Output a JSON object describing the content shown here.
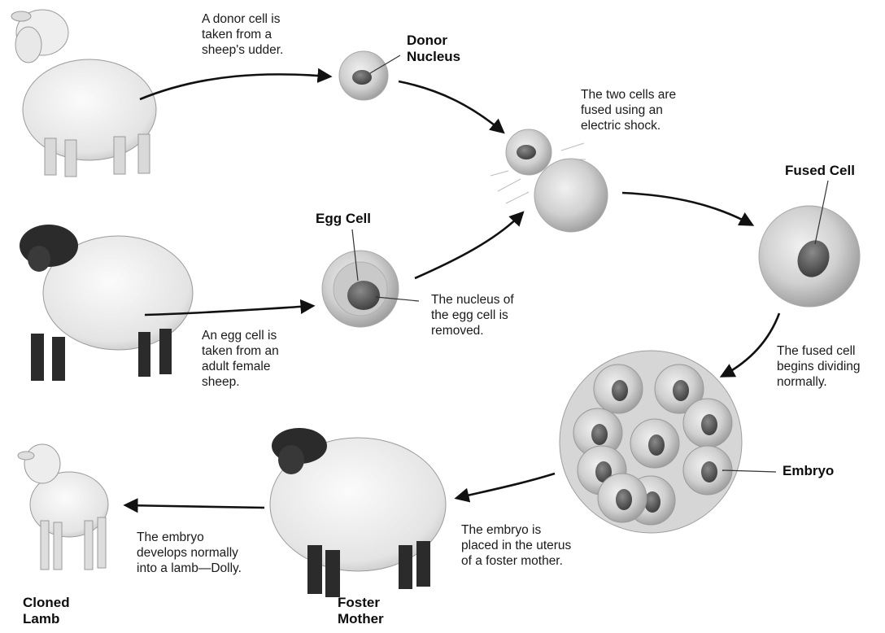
{
  "labels": {
    "donor_nucleus": "Donor\nNucleus",
    "egg_cell": "Egg Cell",
    "fused_cell": "Fused Cell",
    "embryo": "Embryo",
    "foster_mother": "Foster\nMother",
    "cloned_lamb": "Cloned\nLamb"
  },
  "captions": {
    "donor_cell": "A donor cell is\ntaken from a\nsheep's udder.",
    "egg_taken": "An egg cell is\ntaken from an\nadult female\nsheep.",
    "nucleus_removed": "The nucleus of\nthe egg cell is\nremoved.",
    "fused": "The two cells are\nfused using an\nelectric shock.",
    "dividing": "The fused cell\nbegins dividing\nnormally.",
    "placed": "The embryo is\nplaced in the uterus\nof a foster mother.",
    "develops": "The embryo\ndevelops normally\ninto a lamb—Dolly."
  },
  "colors": {
    "wool": "#efefef",
    "wool_shade": "#bdbdbd",
    "black_face": "#2b2b2b",
    "cytoplasm": "#d4d4d4",
    "cell_ring": "#a8a8a8",
    "nucleus": "#555555",
    "arrow": "#111111"
  }
}
